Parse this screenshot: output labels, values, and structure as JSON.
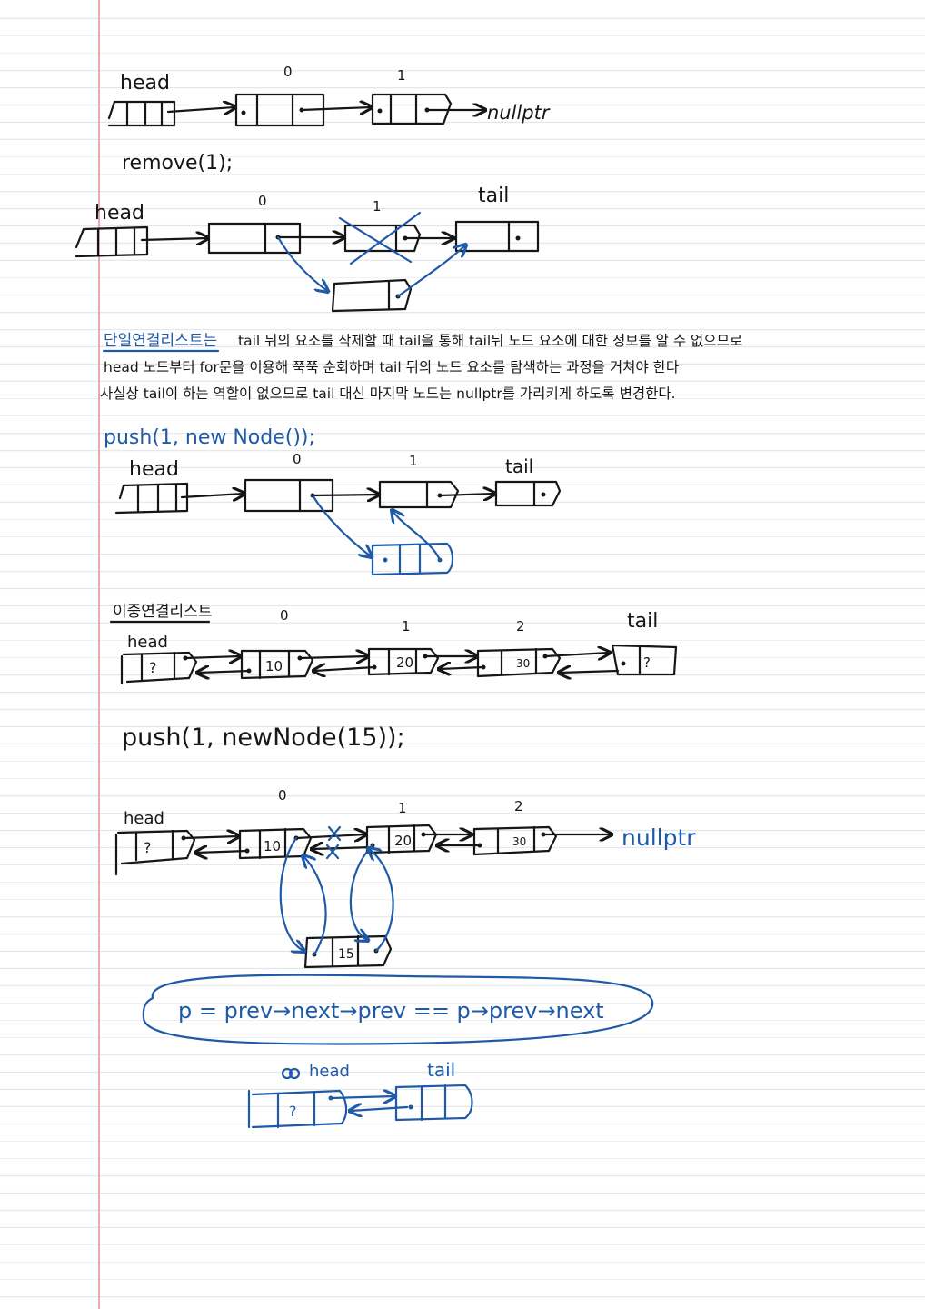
{
  "sec1": {
    "head": "head",
    "idx0": "0",
    "idx1": "1",
    "nullptr": "nullptr",
    "remove": "remove(1);"
  },
  "sec2": {
    "head": "head",
    "idx0": "0",
    "idx1": "1",
    "tail": "tail",
    "note1": "단일연결리스트는",
    "note1_rest": "tail 뒤의 요소를 삭제할 때 tail을 통해 tail뒤 노드 요소에 대한 정보를 알 수 없으므로",
    "note2": "head 노드부터 for문을 이용해 쭉쭉 순회하며 tail 뒤의 노드 요소를 탐색하는 과정을 거쳐야 한다",
    "note3": "사실상 tail이 하는 역할이 없으므로 tail 대신 마지막 노드는 nullptr를 가리키게 하도록 변경한다."
  },
  "sec3": {
    "push": "push(1, new Node());",
    "head": "head",
    "idx0": "0",
    "idx1": "1",
    "tail": "tail"
  },
  "sec4": {
    "title": "이중연결리스트",
    "head": "head",
    "idx0": "0",
    "idx1": "1",
    "idx2": "2",
    "tail": "tail",
    "v0": "?",
    "v1": "10",
    "v2": "20",
    "v3": "30",
    "v4": "?",
    "push": "push(1, newNode(15));"
  },
  "sec5": {
    "head": "head",
    "idx0": "0",
    "idx1": "1",
    "idx2": "2",
    "v0": "?",
    "v1": "10",
    "v2": "20",
    "v3": "30",
    "new": "15",
    "nullptr": "nullptr",
    "formula": "p = prev→next→prev == p→prev→next"
  },
  "sec6": {
    "head": "head",
    "tail": "tail",
    "v0": "?"
  }
}
